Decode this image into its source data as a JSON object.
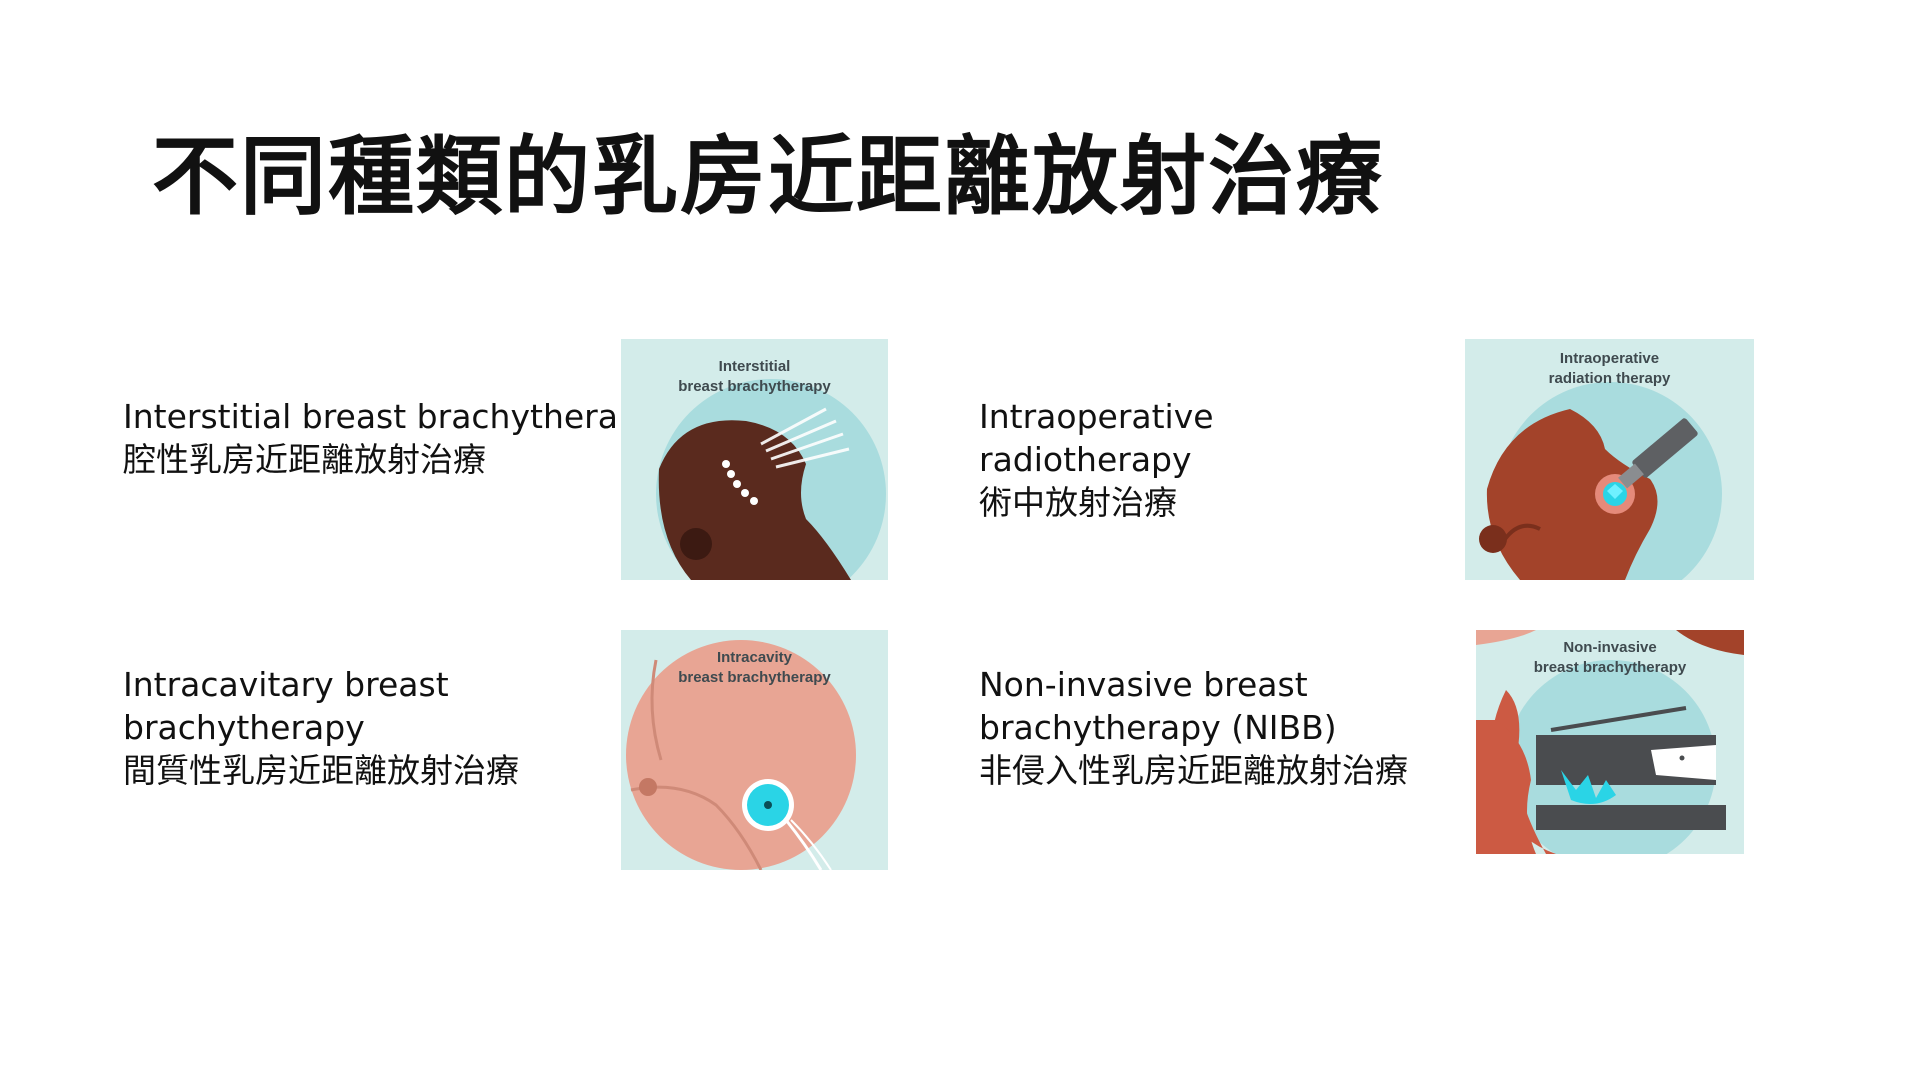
{
  "title": "不同種類的乳房近距離放射治療",
  "items": [
    {
      "lines": [
        "Interstitial breast brachytherapy",
        "腔性乳房近距離放射治療"
      ],
      "image_caption": [
        "Interstitial",
        "breast brachytherapy"
      ]
    },
    {
      "lines": [
        "Intraoperative",
        "radiotherapy",
        "術中放射治療"
      ],
      "image_caption": [
        "Intraoperative",
        "radiation therapy"
      ]
    },
    {
      "lines": [
        "Intracavitary breast",
        "brachytherapy",
        "間質性乳房近距離放射治療"
      ],
      "image_caption": [
        "Intracavity",
        "breast brachytherapy"
      ]
    },
    {
      "lines": [
        "Non-invasive breast",
        "brachytherapy (NIBB)",
        "非侵入性乳房近距離放射治療"
      ],
      "image_caption": [
        "Non-invasive",
        "breast brachytherapy"
      ]
    }
  ],
  "colors": {
    "panel_bg": "#d3ecea",
    "circle": "#a9dcde",
    "skin_dark": "#5a2a1e",
    "skin_medium": "#a3432a",
    "skin_light": "#e8a594",
    "accent_cyan": "#2ad4e6"
  }
}
